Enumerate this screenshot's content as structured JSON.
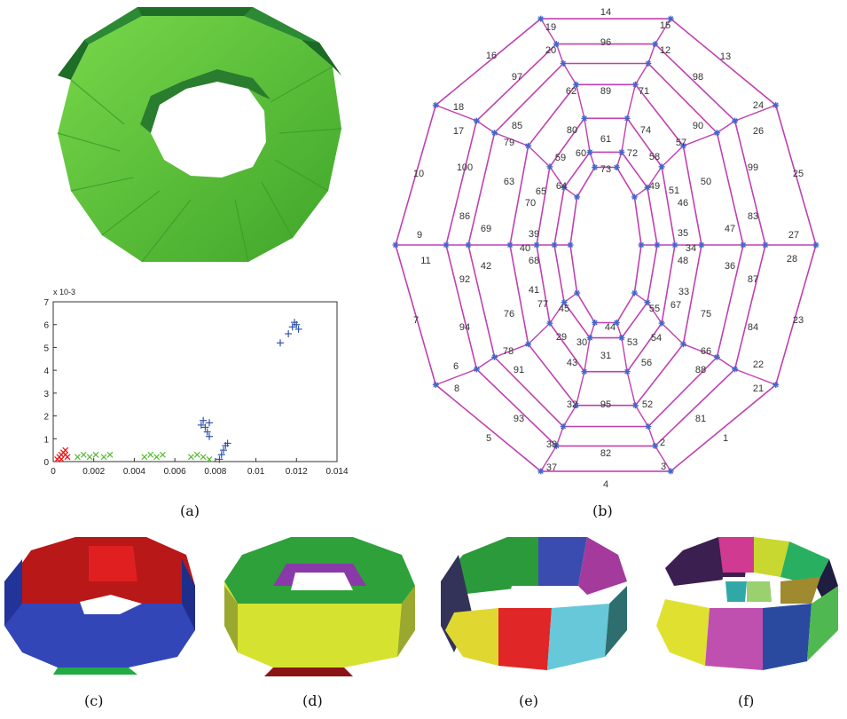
{
  "captions": {
    "a": "(a)",
    "b": "(b)",
    "c": "(c)",
    "d": "(d)",
    "e": "(e)",
    "f": "(f)"
  },
  "chart_data": {
    "type": "scatter",
    "title": "",
    "xlabel": "",
    "ylabel": "",
    "y_exponent_label": "x 10-3",
    "x_ticks": [
      "0",
      "0.002",
      "0.004",
      "0.006",
      "0.008",
      "0.01",
      "0.012",
      "0.014"
    ],
    "y_ticks": [
      "0",
      "1",
      "2",
      "3",
      "4",
      "5",
      "6",
      "7"
    ],
    "xlim": [
      0,
      0.014
    ],
    "ylim": [
      0,
      0.007
    ],
    "series": [
      {
        "color": "#ee1111",
        "marker": "x",
        "points": [
          [
            0.0002,
            0.0001
          ],
          [
            0.0003,
            0.0002
          ],
          [
            0.0004,
            0.0003
          ],
          [
            0.0005,
            0.0004
          ],
          [
            0.0006,
            0.0003
          ],
          [
            0.0007,
            0.0002
          ],
          [
            0.0004,
            0.0001
          ],
          [
            0.0006,
            0.0005
          ]
        ]
      },
      {
        "color": "#55bb33",
        "marker": "x",
        "points": [
          [
            0.0012,
            0.0002
          ],
          [
            0.0015,
            0.0003
          ],
          [
            0.0018,
            0.0002
          ],
          [
            0.0021,
            0.0003
          ],
          [
            0.0025,
            0.0002
          ],
          [
            0.0028,
            0.0003
          ],
          [
            0.0045,
            0.0002
          ],
          [
            0.0048,
            0.0003
          ],
          [
            0.0051,
            0.0002
          ],
          [
            0.0054,
            0.0003
          ],
          [
            0.0068,
            0.0002
          ],
          [
            0.0071,
            0.0003
          ],
          [
            0.0074,
            0.0002
          ],
          [
            0.0077,
            0.0001
          ]
        ]
      },
      {
        "color": "#3355aa",
        "marker": "+",
        "points": [
          [
            0.0073,
            0.0016
          ],
          [
            0.0074,
            0.0018
          ],
          [
            0.0075,
            0.0015
          ],
          [
            0.0076,
            0.0013
          ],
          [
            0.0077,
            0.0017
          ],
          [
            0.0077,
            0.0011
          ],
          [
            0.0082,
            0.0001
          ],
          [
            0.0083,
            0.0003
          ],
          [
            0.0084,
            0.0005
          ],
          [
            0.0085,
            0.0007
          ],
          [
            0.0086,
            0.0008
          ],
          [
            0.0112,
            0.0052
          ],
          [
            0.0116,
            0.0056
          ],
          [
            0.0118,
            0.0059
          ],
          [
            0.0119,
            0.0061
          ],
          [
            0.012,
            0.006
          ],
          [
            0.0121,
            0.0058
          ]
        ]
      }
    ]
  },
  "graph": {
    "edge_labels": [
      {
        "t": "14"
      },
      {
        "t": "15"
      },
      {
        "t": "19"
      },
      {
        "t": "20"
      },
      {
        "t": "96"
      },
      {
        "t": "12"
      },
      {
        "t": "13"
      },
      {
        "t": "16"
      },
      {
        "t": "97"
      },
      {
        "t": "62"
      },
      {
        "t": "89"
      },
      {
        "t": "71"
      },
      {
        "t": "98"
      },
      {
        "t": "18"
      },
      {
        "t": "85"
      },
      {
        "t": "90"
      },
      {
        "t": "24"
      },
      {
        "t": "17"
      },
      {
        "t": "79"
      },
      {
        "t": "80"
      },
      {
        "t": "61"
      },
      {
        "t": "74"
      },
      {
        "t": "57"
      },
      {
        "t": "26"
      },
      {
        "t": "60"
      },
      {
        "t": "72"
      },
      {
        "t": "58"
      },
      {
        "t": "59"
      },
      {
        "t": "73"
      },
      {
        "t": "100"
      },
      {
        "t": "63"
      },
      {
        "t": "64"
      },
      {
        "t": "49"
      },
      {
        "t": "50"
      },
      {
        "t": "99"
      },
      {
        "t": "10"
      },
      {
        "t": "65"
      },
      {
        "t": "51"
      },
      {
        "t": "25"
      },
      {
        "t": "70"
      },
      {
        "t": "46"
      },
      {
        "t": "86"
      },
      {
        "t": "83"
      },
      {
        "t": "69"
      },
      {
        "t": "39"
      },
      {
        "t": "35"
      },
      {
        "t": "47"
      },
      {
        "t": "9"
      },
      {
        "t": "27"
      },
      {
        "t": "40"
      },
      {
        "t": "34"
      },
      {
        "t": "11"
      },
      {
        "t": "68"
      },
      {
        "t": "48"
      },
      {
        "t": "28"
      },
      {
        "t": "42"
      },
      {
        "t": "36"
      },
      {
        "t": "92"
      },
      {
        "t": "87"
      },
      {
        "t": "41"
      },
      {
        "t": "33"
      },
      {
        "t": "77"
      },
      {
        "t": "67"
      },
      {
        "t": "45"
      },
      {
        "t": "55"
      },
      {
        "t": "76"
      },
      {
        "t": "75"
      },
      {
        "t": "7"
      },
      {
        "t": "23"
      },
      {
        "t": "94"
      },
      {
        "t": "44"
      },
      {
        "t": "29"
      },
      {
        "t": "30"
      },
      {
        "t": "53"
      },
      {
        "t": "54"
      },
      {
        "t": "84"
      },
      {
        "t": "78"
      },
      {
        "t": "66"
      },
      {
        "t": "6"
      },
      {
        "t": "43"
      },
      {
        "t": "31"
      },
      {
        "t": "56"
      },
      {
        "t": "22"
      },
      {
        "t": "91"
      },
      {
        "t": "88"
      },
      {
        "t": "8"
      },
      {
        "t": "21"
      },
      {
        "t": "32"
      },
      {
        "t": "95"
      },
      {
        "t": "52"
      },
      {
        "t": "93"
      },
      {
        "t": "81"
      },
      {
        "t": "5"
      },
      {
        "t": "1"
      },
      {
        "t": "38"
      },
      {
        "t": "82"
      },
      {
        "t": "2"
      },
      {
        "t": "37"
      },
      {
        "t": "3"
      },
      {
        "t": "4"
      }
    ]
  },
  "colors": {
    "torus_green": "#5ec43a",
    "graph_edge": "#c040b0",
    "graph_node": "#4466cc"
  }
}
